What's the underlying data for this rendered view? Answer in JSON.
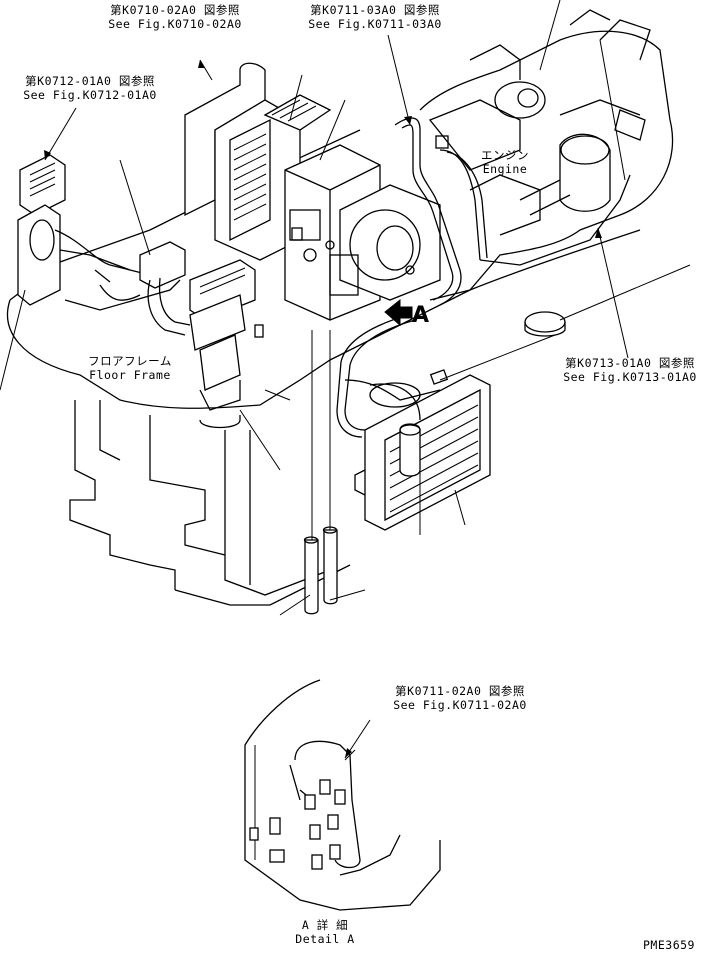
{
  "references": {
    "k0710": {
      "jp": "第K0710-02A0 図参照",
      "en": "See Fig.K0710-02A0"
    },
    "k0711_03": {
      "jp": "第K0711-03A0 図参照",
      "en": "See Fig.K0711-03A0"
    },
    "k0712": {
      "jp": "第K0712-01A0 図参照",
      "en": "See Fig.K0712-01A0"
    },
    "k0713": {
      "jp": "第K0713-01A0 図参照",
      "en": "See Fig.K0713-01A0"
    },
    "k0711_02": {
      "jp": "第K0711-02A0 図参照",
      "en": "See Fig.K0711-02A0"
    }
  },
  "labels": {
    "engine": {
      "jp": "エンジン",
      "en": "Engine"
    },
    "floor_frame": {
      "jp": "フロアフレーム",
      "en": "Floor Frame"
    },
    "arrow_a": "A",
    "detail_a": {
      "jp": "A 詳 細",
      "en": "Detail A"
    }
  },
  "drawing_code": "PME3659"
}
